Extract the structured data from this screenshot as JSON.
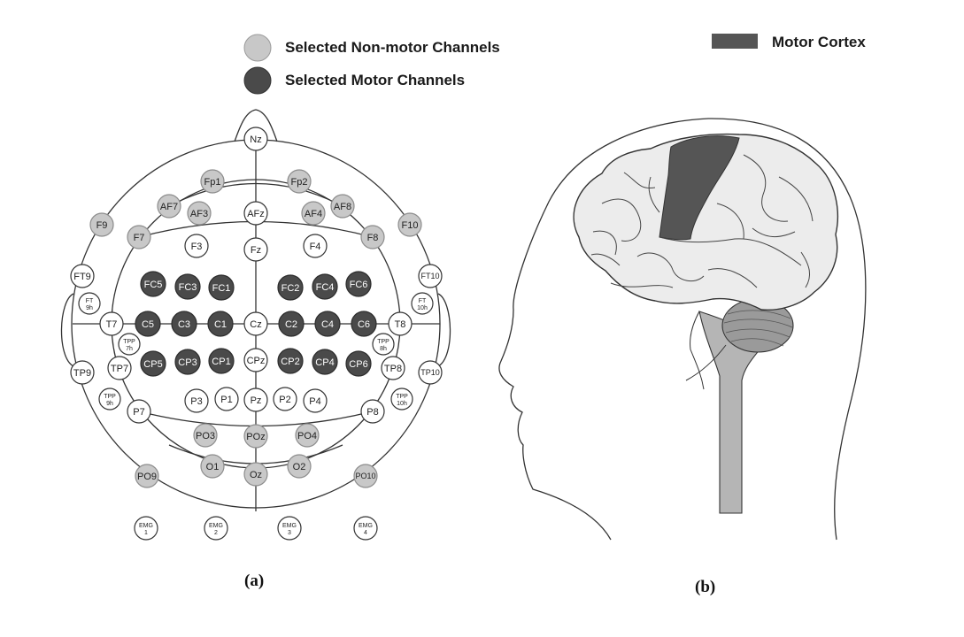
{
  "legend": {
    "non_motor_label": "Selected Non-motor Channels",
    "motor_label": "Selected Motor Channels",
    "motor_cortex_label": "Motor Cortex"
  },
  "colors": {
    "non_motor": "#c8c8c8",
    "motor": "#4a4a4a",
    "unselected": "#ffffff",
    "motor_cortex": "#555555",
    "brain_fill": "#ececec",
    "cerebellum": "#9a9a9a",
    "brainstem": "#b5b5b5"
  },
  "panels": {
    "a_label": "(a)",
    "b_label": "(b)"
  },
  "electrodes": [
    {
      "label": "Nz",
      "state": "unselected"
    },
    {
      "label": "Fp1",
      "state": "non-motor"
    },
    {
      "label": "Fp2",
      "state": "non-motor"
    },
    {
      "label": "AF7",
      "state": "non-motor"
    },
    {
      "label": "AF3",
      "state": "non-motor"
    },
    {
      "label": "AFz",
      "state": "unselected"
    },
    {
      "label": "AF4",
      "state": "non-motor"
    },
    {
      "label": "AF8",
      "state": "non-motor"
    },
    {
      "label": "F9",
      "state": "non-motor"
    },
    {
      "label": "F7",
      "state": "non-motor"
    },
    {
      "label": "F3",
      "state": "unselected"
    },
    {
      "label": "Fz",
      "state": "unselected"
    },
    {
      "label": "F4",
      "state": "unselected"
    },
    {
      "label": "F8",
      "state": "non-motor"
    },
    {
      "label": "F10",
      "state": "non-motor"
    },
    {
      "label": "FT9",
      "state": "unselected"
    },
    {
      "label": "FT10",
      "state": "unselected"
    },
    {
      "label": "FT\n9h",
      "state": "unselected"
    },
    {
      "label": "FT\n10h",
      "state": "unselected"
    },
    {
      "label": "FC5",
      "state": "motor"
    },
    {
      "label": "FC3",
      "state": "motor"
    },
    {
      "label": "FC1",
      "state": "motor"
    },
    {
      "label": "FC2",
      "state": "motor"
    },
    {
      "label": "FC4",
      "state": "motor"
    },
    {
      "label": "FC6",
      "state": "motor"
    },
    {
      "label": "T7",
      "state": "unselected"
    },
    {
      "label": "C5",
      "state": "motor"
    },
    {
      "label": "C3",
      "state": "motor"
    },
    {
      "label": "C1",
      "state": "motor"
    },
    {
      "label": "Cz",
      "state": "unselected"
    },
    {
      "label": "C2",
      "state": "motor"
    },
    {
      "label": "C4",
      "state": "motor"
    },
    {
      "label": "C6",
      "state": "motor"
    },
    {
      "label": "T8",
      "state": "unselected"
    },
    {
      "label": "TPP\n7h",
      "state": "unselected"
    },
    {
      "label": "TPP\n8h",
      "state": "unselected"
    },
    {
      "label": "TP9",
      "state": "unselected"
    },
    {
      "label": "TP7",
      "state": "unselected"
    },
    {
      "label": "CP5",
      "state": "motor"
    },
    {
      "label": "CP3",
      "state": "motor"
    },
    {
      "label": "CP1",
      "state": "motor"
    },
    {
      "label": "CPz",
      "state": "unselected"
    },
    {
      "label": "CP2",
      "state": "motor"
    },
    {
      "label": "CP4",
      "state": "motor"
    },
    {
      "label": "CP6",
      "state": "motor"
    },
    {
      "label": "TP8",
      "state": "unselected"
    },
    {
      "label": "TP10",
      "state": "unselected"
    },
    {
      "label": "TPP\n9h",
      "state": "unselected"
    },
    {
      "label": "TPP\n10h",
      "state": "unselected"
    },
    {
      "label": "P7",
      "state": "unselected"
    },
    {
      "label": "P3",
      "state": "unselected"
    },
    {
      "label": "P1",
      "state": "unselected"
    },
    {
      "label": "Pz",
      "state": "unselected"
    },
    {
      "label": "P2",
      "state": "unselected"
    },
    {
      "label": "P4",
      "state": "unselected"
    },
    {
      "label": "P8",
      "state": "unselected"
    },
    {
      "label": "PO3",
      "state": "non-motor"
    },
    {
      "label": "POz",
      "state": "non-motor"
    },
    {
      "label": "PO4",
      "state": "non-motor"
    },
    {
      "label": "O1",
      "state": "non-motor"
    },
    {
      "label": "Oz",
      "state": "non-motor"
    },
    {
      "label": "O2",
      "state": "non-motor"
    },
    {
      "label": "PO9",
      "state": "non-motor"
    },
    {
      "label": "PO10",
      "state": "non-motor"
    },
    {
      "label": "EMG\n1",
      "state": "unselected"
    },
    {
      "label": "EMG\n2",
      "state": "unselected"
    },
    {
      "label": "EMG\n3",
      "state": "unselected"
    },
    {
      "label": "EMG\n4",
      "state": "unselected"
    }
  ]
}
